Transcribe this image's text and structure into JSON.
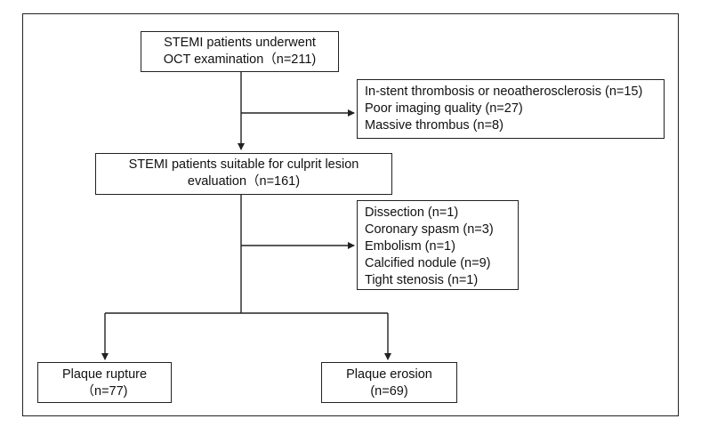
{
  "boxes": {
    "b1": {
      "lines": [
        "STEMI patients underwent",
        "OCT examination（n=211)"
      ]
    },
    "ex1": {
      "lines": [
        "In-stent thrombosis or neoatherosclerosis (n=15)",
        "Poor imaging quality (n=27)",
        "Massive thrombus (n=8)"
      ]
    },
    "b2": {
      "lines": [
        "STEMI patients suitable for culprit lesion",
        "evaluation（n=161)"
      ]
    },
    "ex2": {
      "lines": [
        "Dissection (n=1)",
        "Coronary spasm (n=3)",
        "Embolism (n=1)",
        "Calcified nodule (n=9)",
        "Tight stenosis (n=1)"
      ]
    },
    "b3": {
      "lines": [
        "Plaque rupture",
        "（n=77)"
      ]
    },
    "b4": {
      "lines": [
        "Plaque erosion",
        "(n=69)"
      ]
    }
  }
}
